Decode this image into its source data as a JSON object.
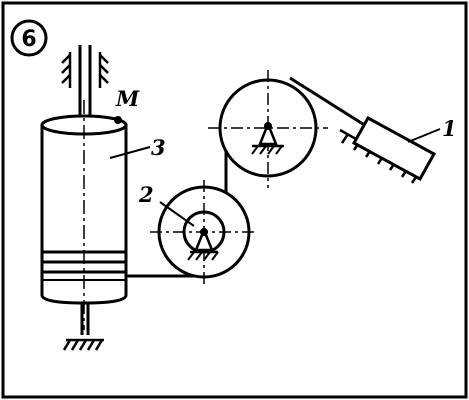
{
  "figure": {
    "number": "6",
    "labels": {
      "body_1": "1",
      "body_2": "2",
      "body_3": "3",
      "point_m": "M"
    }
  },
  "colors": {
    "ink": "#000000",
    "paper": "#ffffff"
  }
}
